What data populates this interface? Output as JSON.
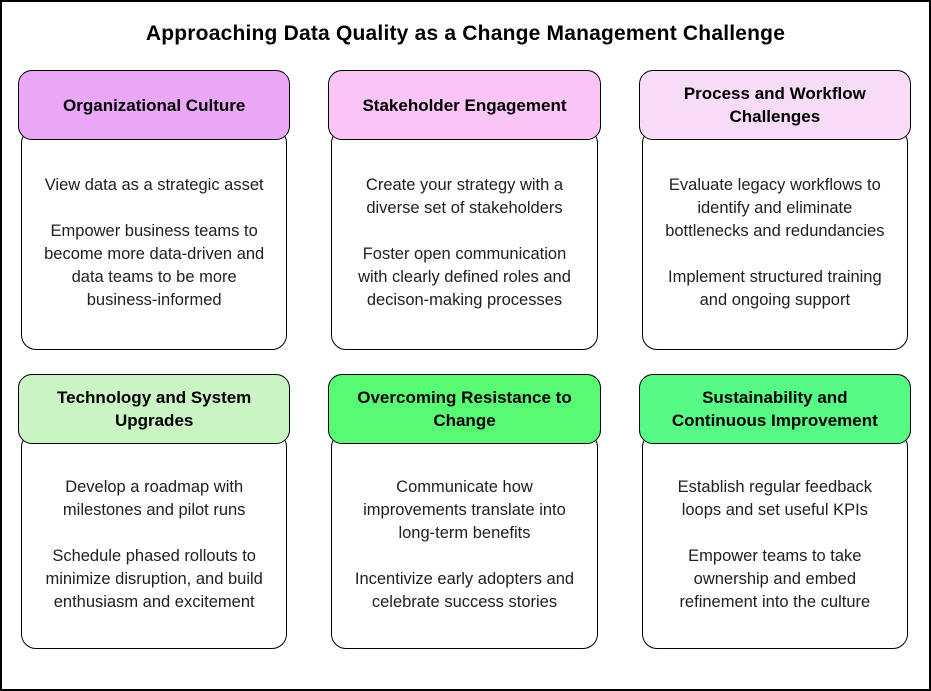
{
  "title": "Approaching Data Quality as a Change Management Challenge",
  "colors": {
    "border": "#000000",
    "background": "#ffffff"
  },
  "cards": [
    {
      "header": "Organizational Culture",
      "header_color": "#E9A7F6",
      "points": [
        "View data as a strategic asset",
        "Empower business teams to\nbecome more data-driven and\ndata teams to be more\nbusiness-informed"
      ]
    },
    {
      "header": "Stakeholder Engagement",
      "header_color": "#FBC4F6",
      "points": [
        "Create your strategy with a\ndiverse set of stakeholders",
        "Foster open communication\nwith clearly defined roles and\ndecison-making processes"
      ]
    },
    {
      "header": "Process and Workflow\nChallenges",
      "header_color": "#F8DBF7",
      "points": [
        "Evaluate legacy workflows to\nidentify and eliminate\nbottlenecks and redundancies",
        "Implement structured training\nand ongoing support"
      ]
    },
    {
      "header": "Technology and System\nUpgrades",
      "header_color": "#CBF4C4",
      "points": [
        "Develop a roadmap with\nmilestones and pilot runs",
        "Schedule phased rollouts to\nminimize disruption, and build\nenthusiasm and excitement"
      ]
    },
    {
      "header": "Overcoming Resistance to\nChange",
      "header_color": "#58FA74",
      "points": [
        "Communicate how\nimprovements translate into\nlong-term benefits",
        "Incentivize early adopters and\ncelebrate success stories"
      ]
    },
    {
      "header": "Sustainability and\nContinuous Improvement",
      "header_color": "#56FA85",
      "points": [
        "Establish regular feedback\nloops and set useful KPIs",
        "Empower teams to take\nownership and embed\nrefinement into the culture"
      ]
    }
  ]
}
